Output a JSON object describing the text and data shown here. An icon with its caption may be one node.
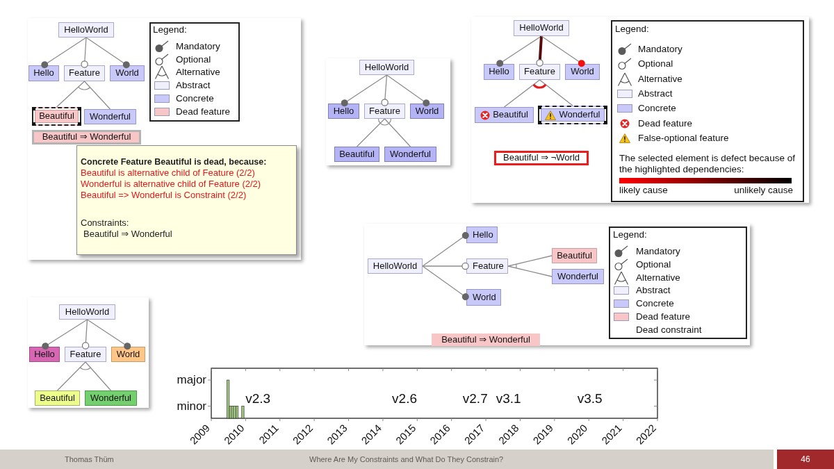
{
  "diagram": {
    "nodes": [
      {
        "text": [
          "HelloWorld"
        ]
      },
      {
        "text": [
          "Hello"
        ]
      },
      {
        "text": [
          "Feature"
        ]
      },
      {
        "text": [
          "World"
        ]
      },
      {
        "text": [
          "Beautiful"
        ]
      },
      {
        "text": [
          "Wonderful"
        ]
      },
      {
        "text": [
          "Beautiful ⇒ Wonderful"
        ]
      },
      {
        "text": [
          "Concrete Feature Beautiful is dead, because:",
          "Beautiful is alternative child of Feature (2/2)",
          "Wonderful is alternative child of Feature (2/2)",
          "Beautiful => Wonderful is Constraint (2/2)",
          "Constraints:",
          "Beautiful ⇒ Wonderful"
        ]
      },
      {
        "text": [
          "HelloWorld"
        ]
      },
      {
        "text": [
          "Hello"
        ]
      },
      {
        "text": [
          "Feature"
        ]
      },
      {
        "text": [
          "World"
        ]
      },
      {
        "text": [
          "Beautiful"
        ]
      },
      {
        "text": [
          "Wonderful"
        ]
      },
      {
        "text": [
          "HelloWorld"
        ]
      },
      {
        "text": [
          "Hello"
        ]
      },
      {
        "text": [
          "Feature"
        ]
      },
      {
        "text": [
          "World"
        ]
      },
      {
        "text": [
          "Beautiful"
        ]
      },
      {
        "text": [
          "Wonderful"
        ]
      },
      {
        "text": [
          "Beautiful ⇒ ¬World"
        ]
      },
      {
        "text": [
          "HelloWorld"
        ]
      },
      {
        "text": [
          "Hello"
        ]
      },
      {
        "text": [
          "Feature"
        ]
      },
      {
        "text": [
          "World"
        ]
      },
      {
        "text": [
          "Beautiful"
        ]
      },
      {
        "text": [
          "Wonderful"
        ]
      },
      {
        "text": [
          "Beautiful ⇒ Wonderful"
        ]
      },
      {
        "text": [
          "HelloWorld"
        ]
      },
      {
        "text": [
          "Hello"
        ]
      },
      {
        "text": [
          "Feature"
        ]
      },
      {
        "text": [
          "World"
        ]
      },
      {
        "text": [
          "Beautiful"
        ]
      },
      {
        "text": [
          "Wonderful"
        ]
      }
    ],
    "edges": [
      {
        "from": 0,
        "to": 1,
        "arrow": "other"
      },
      {
        "from": 0,
        "to": 2,
        "arrow": "other"
      },
      {
        "from": 0,
        "to": 3,
        "arrow": "other"
      },
      {
        "from": 2,
        "to": 4,
        "arrow": "none"
      },
      {
        "from": 2,
        "to": 5,
        "arrow": "none"
      },
      {
        "from": 8,
        "to": 9,
        "arrow": "other"
      },
      {
        "from": 8,
        "to": 10,
        "arrow": "other"
      },
      {
        "from": 8,
        "to": 11,
        "arrow": "other"
      },
      {
        "from": 10,
        "to": 12,
        "arrow": "none"
      },
      {
        "from": 10,
        "to": 13,
        "arrow": "none"
      },
      {
        "from": 14,
        "to": 15,
        "arrow": "other"
      },
      {
        "from": 14,
        "to": 16,
        "arrow": "other",
        "style": "thick",
        "color": "#560b0b"
      },
      {
        "from": 14,
        "to": 17,
        "arrow": "other"
      },
      {
        "from": 16,
        "to": 18,
        "arrow": "none"
      },
      {
        "from": 16,
        "to": 19,
        "arrow": "none"
      },
      {
        "from": 21,
        "to": 22,
        "arrow": "other"
      },
      {
        "from": 21,
        "to": 23,
        "arrow": "other"
      },
      {
        "from": 21,
        "to": 24,
        "arrow": "other"
      },
      {
        "from": 23,
        "to": 25,
        "arrow": "none"
      },
      {
        "from": 23,
        "to": 26,
        "arrow": "none"
      },
      {
        "from": 28,
        "to": 29,
        "arrow": "other"
      },
      {
        "from": 28,
        "to": 30,
        "arrow": "other"
      },
      {
        "from": 28,
        "to": 31,
        "arrow": "other"
      },
      {
        "from": 30,
        "to": 32,
        "arrow": "none"
      },
      {
        "from": 30,
        "to": 33,
        "arrow": "none"
      }
    ],
    "labels": [
      "Legend:",
      "Legend:",
      "The selected element is defect because of the highlighted dependencies:",
      "likely cause",
      "unlikely cause",
      "Legend:",
      "major",
      "minor",
      "v2.3",
      "v2.6",
      "v2.7",
      "v3.1",
      "v3.5",
      "2009",
      "2010",
      "2011",
      "2012",
      "2013",
      "2014",
      "2015",
      "2016",
      "2017",
      "2018",
      "2019",
      "2020",
      "2021",
      "2022",
      "Thomas Thüm",
      "Where Are My Constraints and What Do They Constrain?",
      "46"
    ],
    "legend": [
      {
        "text": "Mandatory"
      },
      {
        "text": "Optional"
      },
      {
        "text": "Alternative"
      },
      {
        "text": "Abstract",
        "color": "#f0f0fc"
      },
      {
        "text": "Concrete",
        "color": "#c9c9f9"
      },
      {
        "text": "Dead feature",
        "color": "#f8c6c6"
      },
      {
        "text": "Mandatory"
      },
      {
        "text": "Optional"
      },
      {
        "text": "Alternative"
      },
      {
        "text": "Abstract",
        "color": "#f0f0fc"
      },
      {
        "text": "Concrete",
        "color": "#c9c9f9"
      },
      {
        "text": "Dead feature"
      },
      {
        "text": "False-optional feature"
      },
      {
        "text": "Mandatory"
      },
      {
        "text": "Optional"
      },
      {
        "text": "Alternative"
      },
      {
        "text": "Abstract",
        "color": "#f0f0fc"
      },
      {
        "text": "Concrete",
        "color": "#c9c9f9"
      },
      {
        "text": "Dead feature",
        "color": "#f8c6c6"
      },
      {
        "text": "Dead constraint"
      }
    ]
  }
}
